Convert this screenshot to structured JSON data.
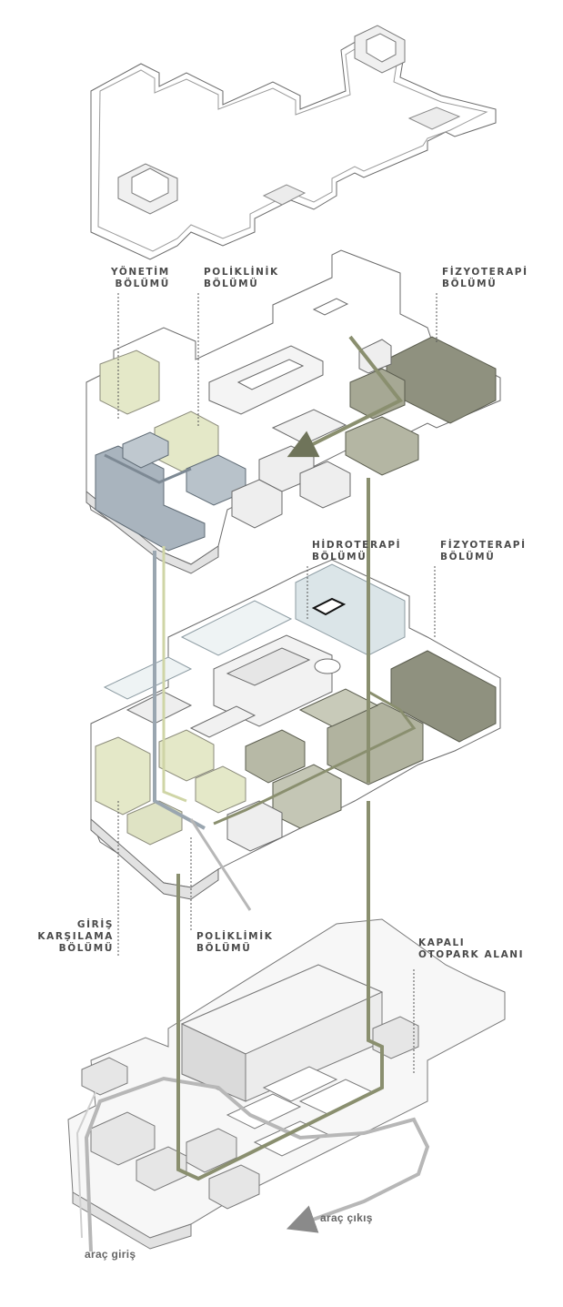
{
  "labels": {
    "yonetim": [
      "YÖNETİM",
      "BÖLÜMÜ"
    ],
    "poliklinik_top": [
      "POLİKLİNİK",
      "BÖLÜMÜ"
    ],
    "fizyoterapi_top": [
      "FİZYOTERAPİ",
      "BÖLÜMÜ"
    ],
    "hidroterapi": [
      "HİDROTERAPİ",
      "BÖLÜMÜ"
    ],
    "fizyoterapi_mid": [
      "FİZYOTERAPİ",
      "BÖLÜMÜ"
    ],
    "giris": [
      "GİRİŞ",
      "KARŞILAMA",
      "BÖLÜMÜ"
    ],
    "poliklinik_mid": [
      "POLİKLİMİK",
      "BÖLÜMÜ"
    ],
    "otopark": [
      "KAPALI",
      "OTOPARK ALANI"
    ],
    "arac_cikis": "araç çıkış",
    "arac_giris": "araç giriş"
  },
  "colors": {
    "line": "#5a5a5a",
    "shade": "#d9d9d9",
    "yellow_zone": "#e4e8c8",
    "blue_zone": "#a9b4be",
    "olive_zone": "#8f917f",
    "light_blue_zone": "#dbe5e8",
    "olive_path": "#8a8f6f",
    "blue_path": "#9aa6b0",
    "gray_path": "#b7b7b7"
  }
}
